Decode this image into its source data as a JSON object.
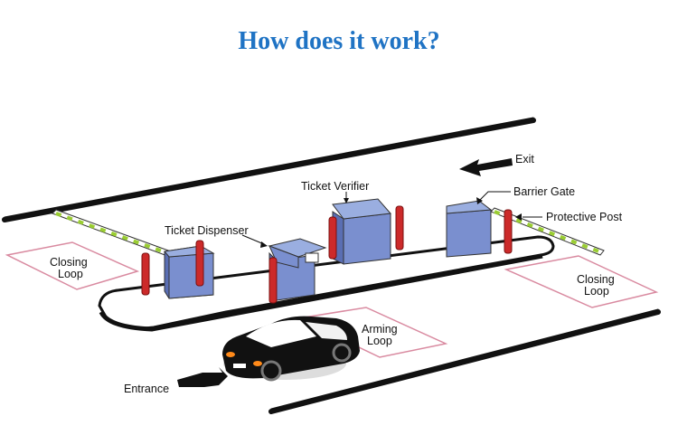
{
  "title": "How does it work?",
  "labels": {
    "exit": "Exit",
    "ticket_verifier": "Ticket Verifier",
    "barrier_gate": "Barrier Gate",
    "protective_post": "Protective Post",
    "ticket_dispenser": "Ticket Dispenser",
    "closing_loop_left_1": "Closing",
    "closing_loop_left_2": "Loop",
    "closing_loop_right_1": "Closing",
    "closing_loop_right_2": "Loop",
    "arming_loop_1": "Arming",
    "arming_loop_2": "Loop",
    "entrance": "Entrance"
  },
  "colors": {
    "title": "#1f73c4",
    "kiosk": "#7a8fcf",
    "kiosk_dark": "#5a6eb3",
    "post": "#cc2a2a",
    "loop": "#d98aa0",
    "barrier_stripe": "#9acd32",
    "road_edge": "#111111"
  }
}
